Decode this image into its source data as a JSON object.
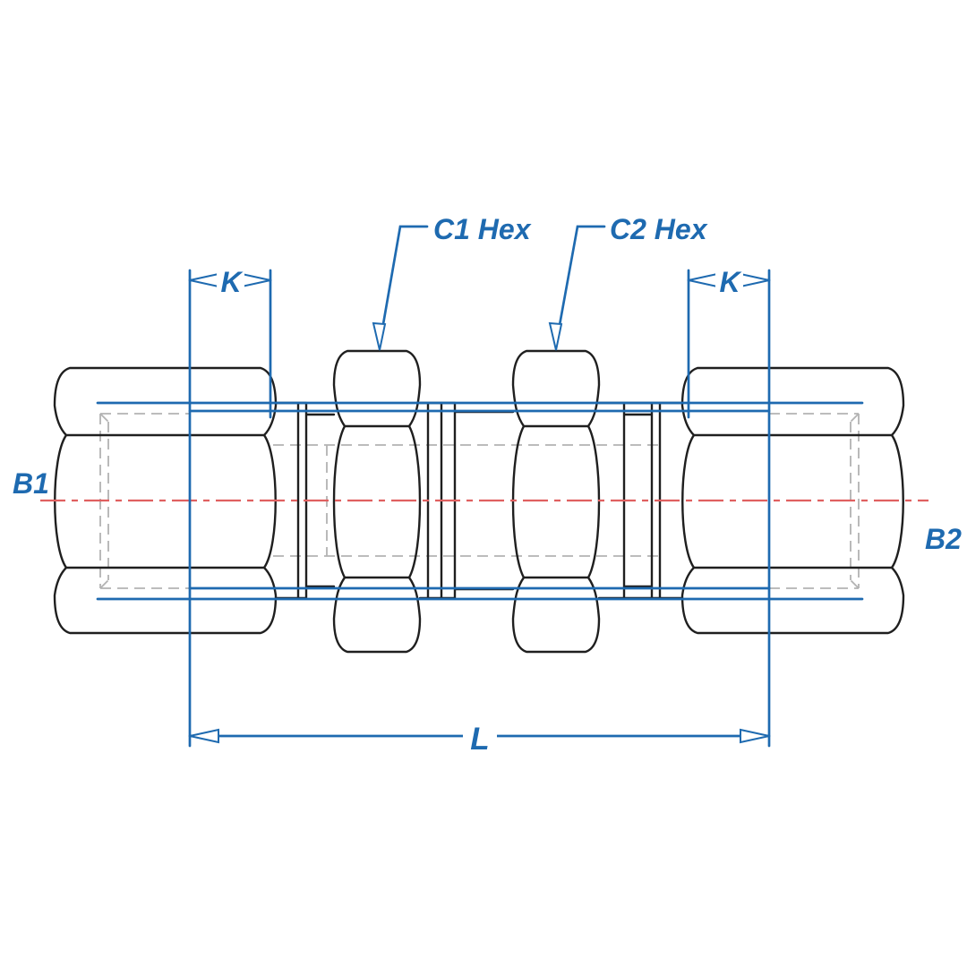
{
  "diagram": {
    "type": "engineering-dimension-drawing",
    "subject": "bulkhead-union-tube-fitting-side-view",
    "labels": {
      "c1_hex": "C1 Hex",
      "c2_hex": "C2 Hex",
      "k_left": "K",
      "k_right": "K",
      "length": "L",
      "b1": "B1",
      "b2": "B2"
    },
    "colors": {
      "background": "#ffffff",
      "outline": "#1f1f1f",
      "hidden_line": "#b3b3b3",
      "centerline": "#e06060",
      "dimension": "#1e6ab0",
      "arrow_fill": "#ffffff"
    }
  }
}
